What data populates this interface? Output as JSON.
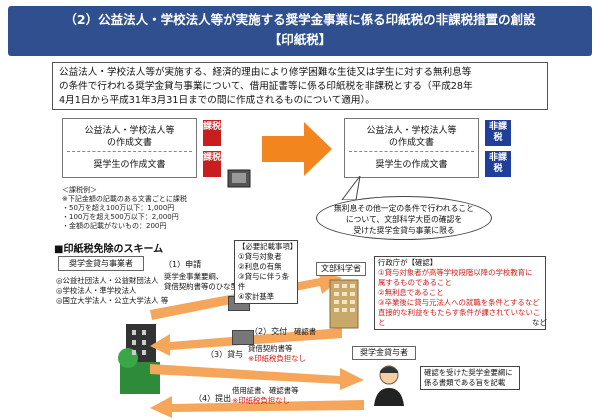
{
  "header": {
    "line1": "（2）公益法人・学校法人等が実施する奨学金事業に係る印紙税の非課税措置の創設",
    "line2": "【印紙税】"
  },
  "description": {
    "lines": [
      "公益法人・学校法人等が実施する、経済的理由により修学困難な生徒又は学生に対する無利息等",
      "の条件で行われる奨学金貸与事業について、借用証書等に係る印紙税を非課税とする（平成28年",
      "4月1日から平成31年3月31日までの間に作成されるものについて適用）。"
    ]
  },
  "before": {
    "doc1_l1": "公益法人・学校法人等",
    "doc1_l2": "の作成文書",
    "doc2": "奨学生の作成文書",
    "tag": "課税"
  },
  "after": {
    "doc1_l1": "公益法人・学校法人等",
    "doc1_l2": "の作成文書",
    "doc2": "奨学生の作成文書",
    "tag": "非課税"
  },
  "notes": {
    "lines": [
      "＜課税例＞",
      "※下記金額の記載のある文書ごとに課税",
      "・50万を超え100万以下：1,000円",
      "・100万を超え500万以下：2,000円",
      "・金額の記載がないもの：200円"
    ]
  },
  "condition_callout": {
    "lines": [
      "無利息その他一定の条件で行われること",
      "について、文部科学大臣の確認を",
      "受けた奨学金貸与事業に限る"
    ]
  },
  "scheme": {
    "title": "■印紙税免除のスキーム",
    "lender_label": "奨学金貸与事業者",
    "lender_types": [
      "◎公益社団法人・公益財団法人",
      "◎学校法人・準学校法人",
      "◎国立大学法人・公立大学法人 等"
    ],
    "step1_title": "（1）申請",
    "step1_detail": [
      "奨学金事業要綱、",
      "貸借契約書等のひな型"
    ],
    "required_title": "【必要記載事項】",
    "required_items": [
      "①貸与対象者",
      "②利息の有無",
      "③貸与に伴う条件",
      "④家計基準"
    ],
    "mext_label": "文部科学省",
    "confirm_title": "行政庁が【確認】",
    "confirm_items_red": [
      "①貸与対象者が高等学校段階以降の学校教育に",
      "属するものであること",
      "②無利息であること",
      "③卒業後に貸与元法人への就職を条件とするなど",
      "直接的な利益をもたらす条件が課されていないこと"
    ],
    "confirm_etc": "など",
    "step2": "（2）交付",
    "step2_doc": "確認書",
    "step3": "（3）貸与",
    "step3_doc": "貸借契約書等",
    "step3_note": "※印紙税負担なし",
    "recipient_label": "奨学金貸与者",
    "recipient_note": [
      "確認を受けた奨学金要綱に",
      "係る書類である旨を記載"
    ],
    "step4": "（4）提出",
    "step4_doc": "借用証書、確認書等",
    "step4_note": "※印紙税負担なし"
  },
  "colors": {
    "header_bg": "#2f4f8f",
    "tax_red": "#c81e1e",
    "nontax_blue": "#1f3f9a",
    "arrow_orange": "#f3851f",
    "note_red": "#d01818"
  }
}
